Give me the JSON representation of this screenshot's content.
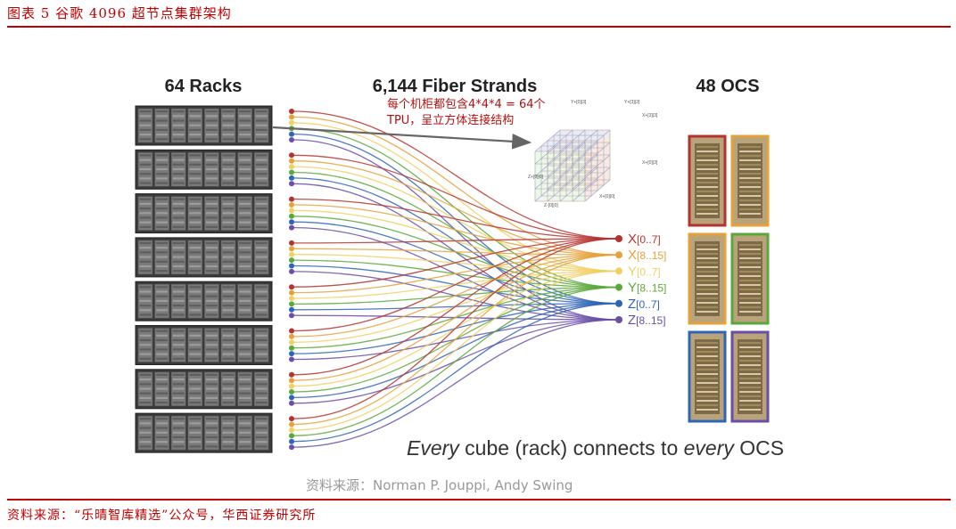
{
  "figure_title": "图表 5  谷歌 4096 超节点集群架构",
  "source_text": "资料来源：“乐晴智库精选”公众号，华西证券研究所",
  "diagram": {
    "racks_header": "64 Racks",
    "fiber_header": "6,144 Fiber Strands",
    "ocs_header": "48 OCS",
    "note_line1": "每个机柜都包含4*4*4 = 64个",
    "note_line2": "TPU，呈立方体连接结构",
    "tagline_em1": "Every",
    "tagline_mid": " cube (rack) connects to ",
    "tagline_em2": "every",
    "tagline_end": " OCS",
    "credit": "资料来源：Norman P. Jouppi, Andy Swing",
    "endpoints": [
      {
        "prefix": "X",
        "range": "[0..7]",
        "color": "#b5322e"
      },
      {
        "prefix": "X",
        "range": "[8..15]",
        "color": "#e5a23a"
      },
      {
        "prefix": "Y",
        "range": "[0..7]",
        "color": "#f0d064"
      },
      {
        "prefix": "Y",
        "range": "[8..15]",
        "color": "#5aa83a"
      },
      {
        "prefix": "Z",
        "range": "[0..7]",
        "color": "#2f64b8"
      },
      {
        "prefix": "Z",
        "range": "[8..15]",
        "color": "#6a4ea8"
      }
    ],
    "cube_axis_labels": [
      "Y+[0]|3]",
      "Y+[3]|3]",
      "X+[3]|3]",
      "X+[0]|3]",
      "Z+[0]|0]",
      "Z-[0]|0]",
      "X+[0]|0]"
    ],
    "rack_count_shown": 8,
    "ocs_frame_colors": [
      "#b5322e",
      "#e5a23a",
      "#e5a23a",
      "#5aa83a",
      "#2f64b8",
      "#6a4ea8"
    ]
  }
}
